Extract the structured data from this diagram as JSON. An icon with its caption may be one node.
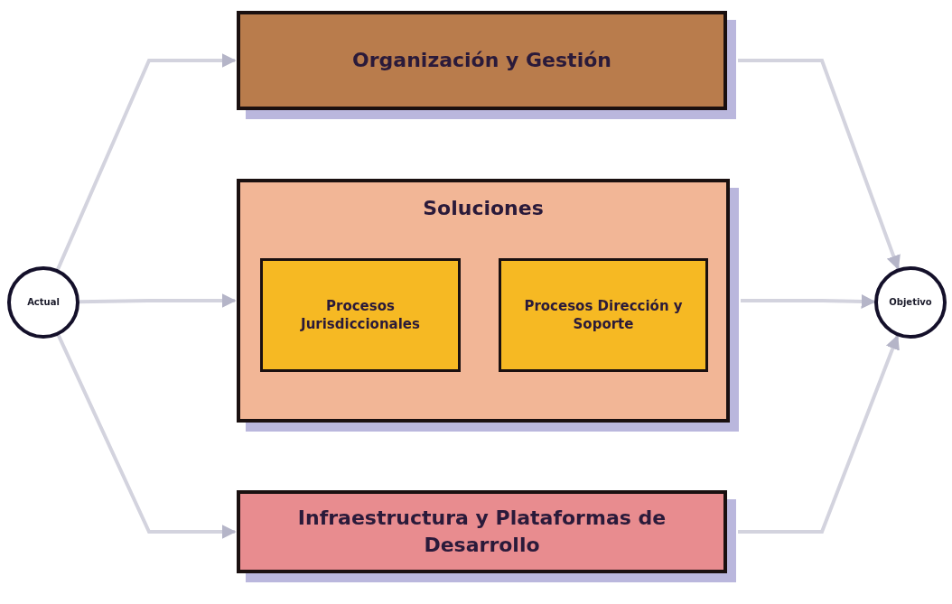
{
  "diagram": {
    "nodes": [
      {
        "text": [
          "Actual"
        ]
      },
      {
        "text": [
          "Organización y Gestión"
        ]
      },
      {
        "text": [
          "Soluciones"
        ]
      },
      {
        "text": [
          "Procesos Jurisdiccionales"
        ],
        "in": 2
      },
      {
        "text": [
          "Procesos Dirección y Soporte"
        ],
        "in": 2
      },
      {
        "text": [
          "Infraestructura y Plataformas de Desarrollo"
        ]
      },
      {
        "text": [
          "Objetivo"
        ]
      }
    ],
    "edges": [
      {
        "from": 0,
        "to": 1,
        "arrow": "to"
      },
      {
        "from": 0,
        "to": 2,
        "arrow": "to"
      },
      {
        "from": 0,
        "to": 5,
        "arrow": "to"
      },
      {
        "from": 1,
        "to": 6,
        "arrow": "to"
      },
      {
        "from": 2,
        "to": 6,
        "arrow": "to"
      },
      {
        "from": 5,
        "to": 6,
        "arrow": "to"
      }
    ]
  }
}
